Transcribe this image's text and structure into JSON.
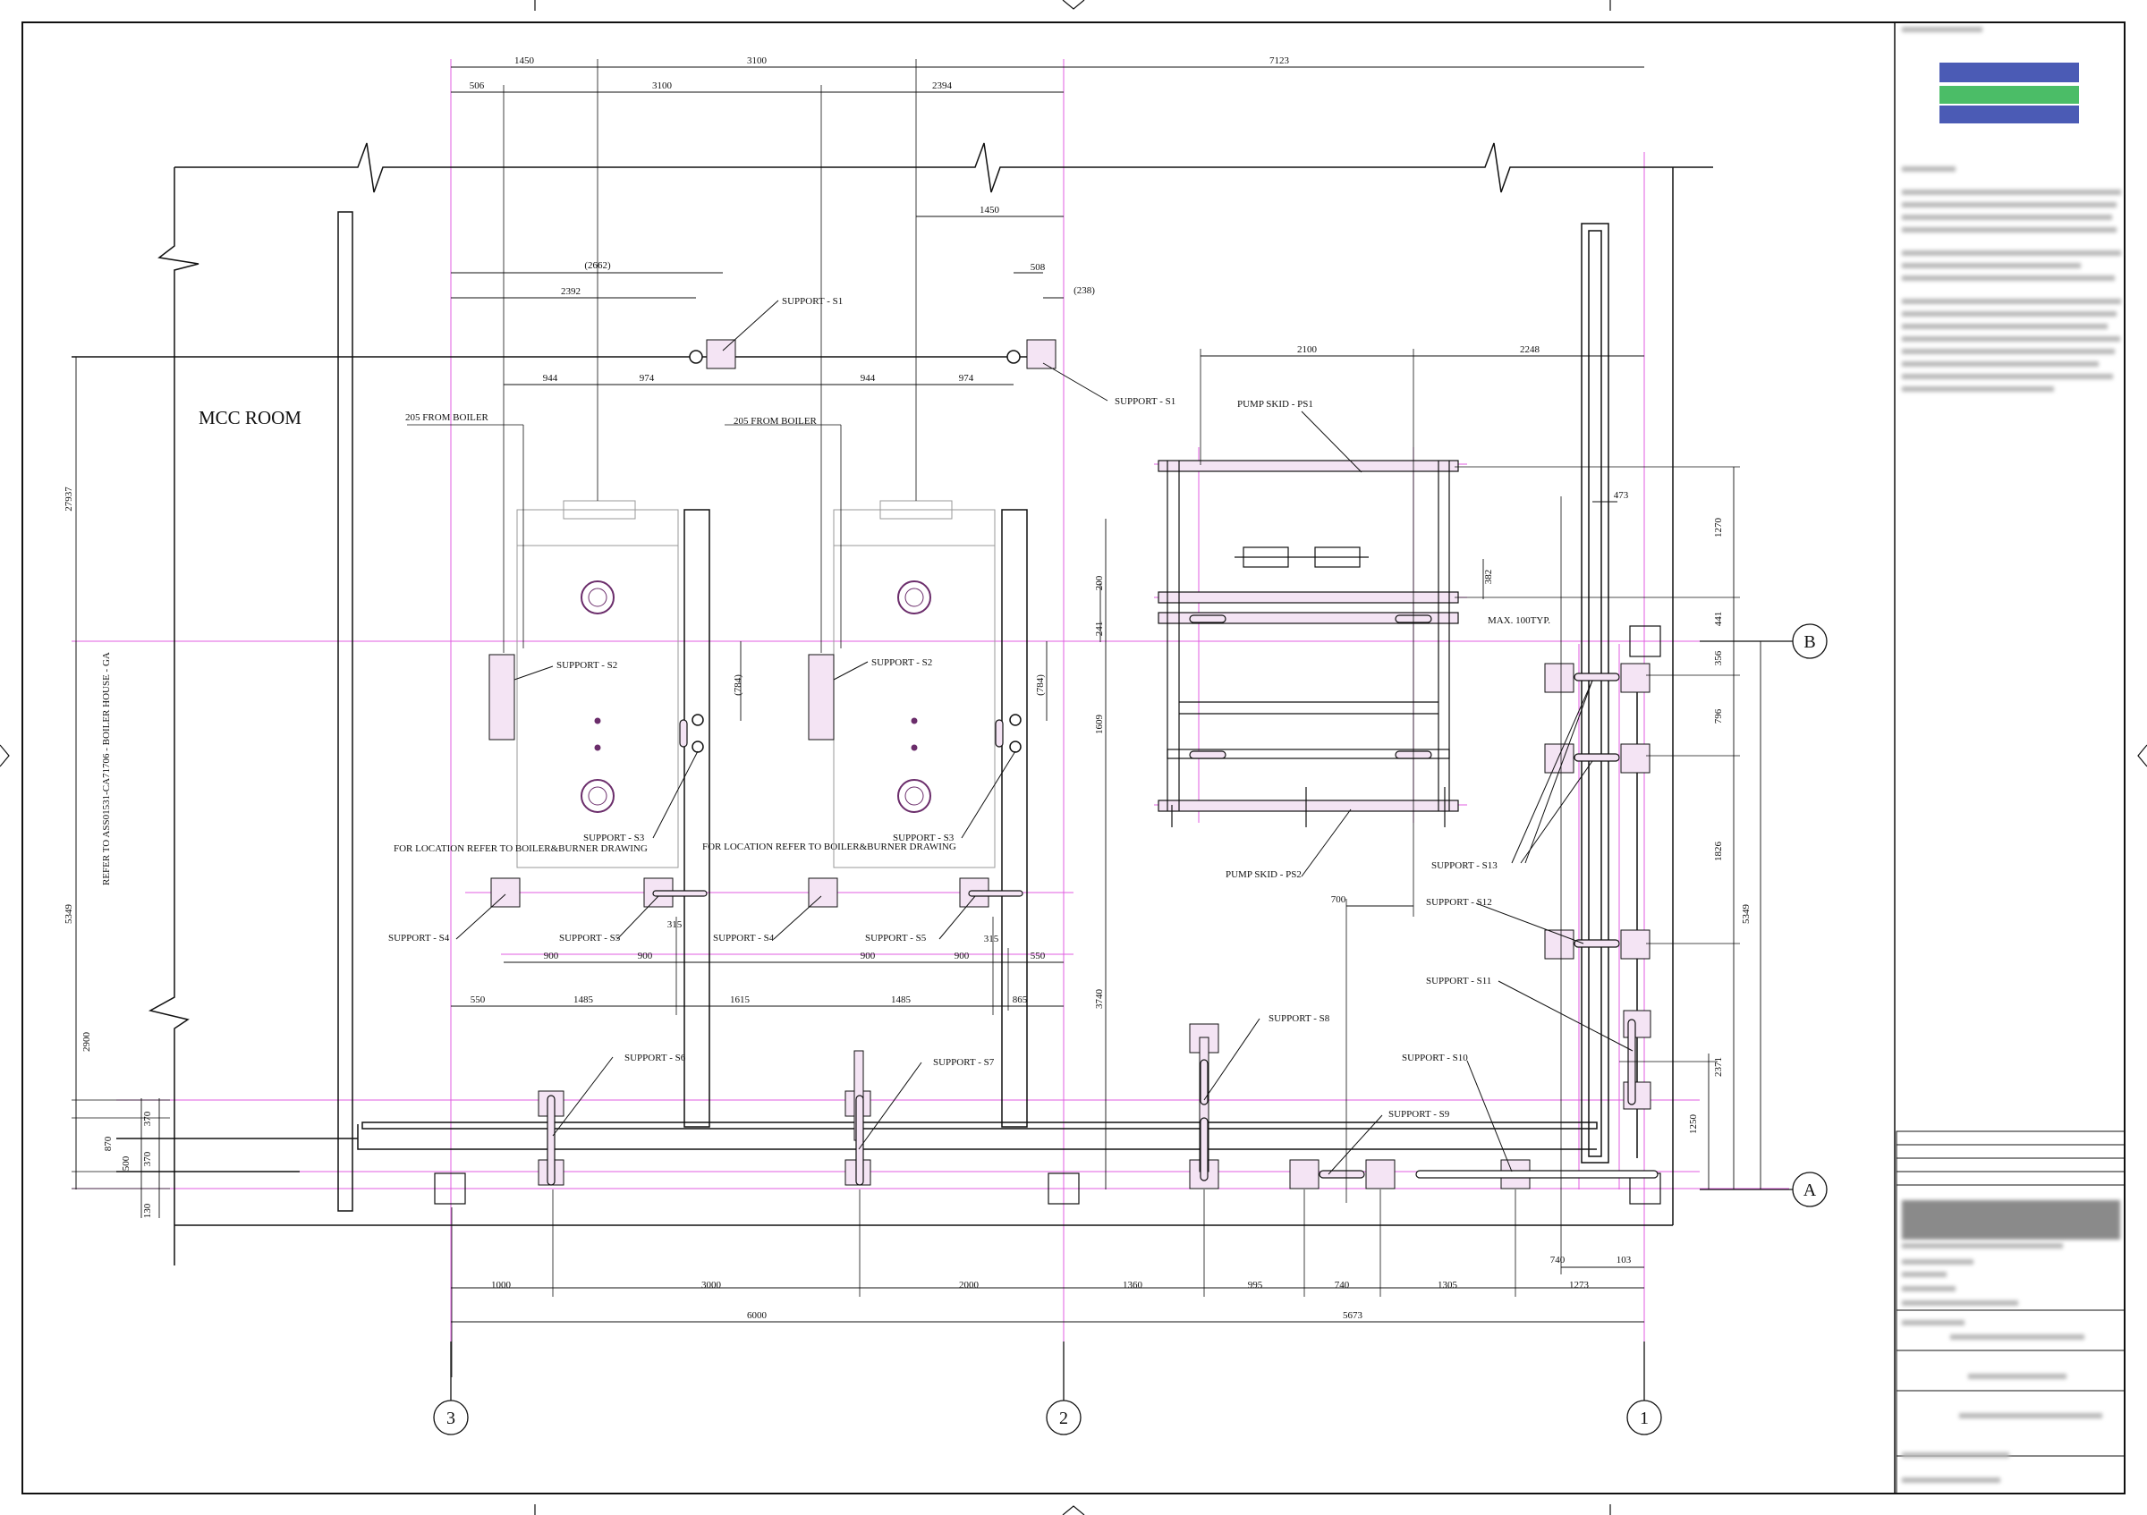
{
  "room": {
    "name": "MCC ROOM"
  },
  "reference_note": "REFER TO ASS01531-CA71706 - BOILER HOUSE - GA",
  "boiler_note": "FOR LOCATION REFER TO BOILER&BURNER DRAWING",
  "from_boiler_note": "205 FROM BOILER",
  "max_note": "MAX. 100TYP.",
  "grid": {
    "columns": [
      "3",
      "2",
      "1"
    ],
    "rows": [
      "B",
      "A"
    ]
  },
  "supports": {
    "s1": "SUPPORT - S1",
    "s2": "SUPPORT - S2",
    "s3": "SUPPORT - S3",
    "s4": "SUPPORT - S4",
    "s5": "SUPPORT - S5",
    "s6": "SUPPORT - S6",
    "s7": "SUPPORT - S7",
    "s8": "SUPPORT - S8",
    "s9": "SUPPORT - S9",
    "s10": "SUPPORT - S10",
    "s11": "SUPPORT - S11",
    "s12": "SUPPORT - S12",
    "s13": "SUPPORT - S13"
  },
  "skids": {
    "ps1": "PUMP SKID - PS1",
    "ps2": "PUMP SKID - PS2"
  },
  "dims": {
    "top1": "1450",
    "top2": "3100",
    "top3": "7123",
    "top4": "506",
    "top5": "3100",
    "top6": "2394",
    "top7": "1450",
    "top8": "(2662)",
    "top9": "2392",
    "top10": "508",
    "top11": "(238)",
    "b1a": "944",
    "b1b": "974",
    "b2a": "944",
    "b2b": "974",
    "ps_a": "2100",
    "ps_b": "2248",
    "ps_c": "473",
    "r1270": "1270",
    "r382": "382",
    "r200": "200",
    "r241": "241",
    "r441": "441",
    "r356": "356",
    "r796": "796",
    "r1826": "1826",
    "r5349": "5349",
    "r2371": "2371",
    "r1250": "1250",
    "r1609": "1609",
    "r3740": "3740",
    "r700": "700",
    "v784a": "(784)",
    "v784b": "(784)",
    "l27937": "27937",
    "l5349": "5349",
    "l2900": "2900",
    "l370a": "370",
    "l870": "870",
    "l500": "500",
    "l370b": "370",
    "l130": "130",
    "m900a": "900",
    "m900b": "900",
    "m315a": "315",
    "m900c": "900",
    "m900d": "900",
    "m315b": "315",
    "m550b": "550",
    "n550": "550",
    "n1485a": "1485",
    "n1615": "1615",
    "n1485b": "1485",
    "n865": "865",
    "bot1000": "1000",
    "bot3000": "3000",
    "bot2000": "2000",
    "bot1360": "1360",
    "bot995": "995",
    "bot740": "740",
    "bot1305": "1305",
    "bot1273": "1273",
    "bot6000": "6000",
    "bot5673": "5673",
    "br740": "740",
    "br103": "103"
  },
  "colors": {
    "line": "#111111",
    "centerline": "#e05ce0",
    "equipment": "#9a9a9a",
    "support_fill": "#f4e4f4"
  }
}
